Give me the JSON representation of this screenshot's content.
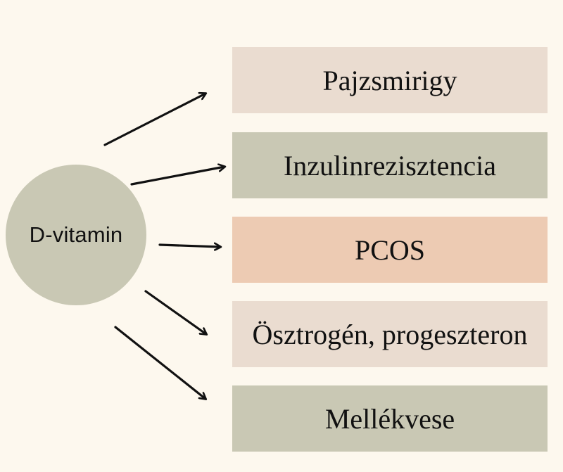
{
  "diagram": {
    "center": {
      "label": "D-vitamin",
      "color": "#c9c8b4"
    },
    "targets": [
      {
        "label": "Pajzsmirigy",
        "color": "#eadcd0"
      },
      {
        "label": "Inzulinrezisztencia",
        "color": "#c9c8b4"
      },
      {
        "label": "PCOS",
        "color": "#edcbb3"
      },
      {
        "label": "Ösztrogén, progeszteron",
        "color": "#eadcd0"
      },
      {
        "label": "Mellékvese",
        "color": "#c9c8b4"
      }
    ],
    "background_color": "#fdf8ee",
    "arrow_color": "#111111"
  }
}
